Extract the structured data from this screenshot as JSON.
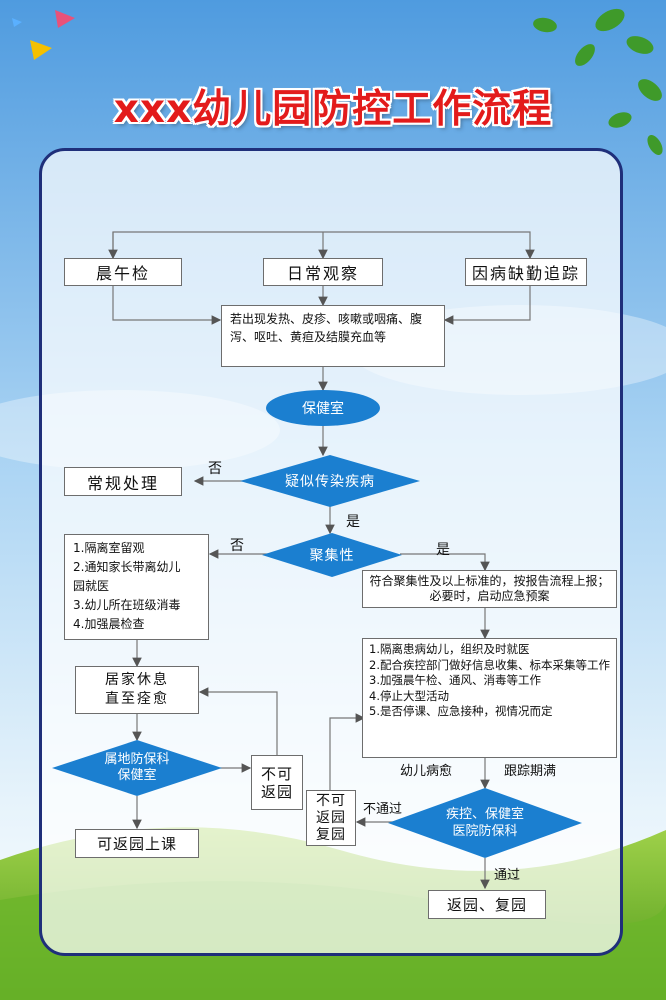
{
  "title": "xxx幼儿园防控工作流程",
  "inputs": {
    "morning_check": "晨午检",
    "daily_observation": "日常观察",
    "absence_tracking": "因病缺勤追踪"
  },
  "symptoms": "若出现发热、皮疹、咳嗽或咽痛、腹泻、呕吐、黄疸及结膜充血等",
  "health_room": "保健室",
  "suspected": "疑似传染疾病",
  "routine": "常规处理",
  "cluster": "聚集性",
  "isolation_steps": [
    "1.隔离室留观",
    "2.通知家长带离幼儿\n  园就医",
    "3.幼儿所在班级消毒",
    "4.加强晨检查"
  ],
  "report": "符合聚集性及以上标准的，按报告流程上报；必要时，启动应急预案",
  "emergency_steps": [
    "1.隔离患病幼儿，组织及时就医",
    "2.配合疾控部门做好信息收集、标本采集等工作",
    "3.加强晨午检、通风、消毒等工作",
    "4.停止大型活动",
    "5.是否停课、应急接种，视情况而定"
  ],
  "home_rest": "居家休息\n直至痊愈",
  "local_health": "属地防保科\n保健室",
  "cannot_return": "不可\n返园",
  "return_class": "可返园上课",
  "cannot_return_resume": "不可\n返园\n复园",
  "cdc_check": "疾控、保健室\n医院防保科",
  "return_resume": "返园、复园",
  "labels": {
    "no_1": "否",
    "yes_1": "是",
    "no_2": "否",
    "yes_2": "是",
    "recovered": "幼儿病愈",
    "period_end": "跟踪期满",
    "not_passed": "不通过",
    "passed": "通过"
  },
  "colors": {
    "title_red": "#e31b1b",
    "decision_blue": "#1b7fd0",
    "border_navy": "#1f2f7a"
  }
}
